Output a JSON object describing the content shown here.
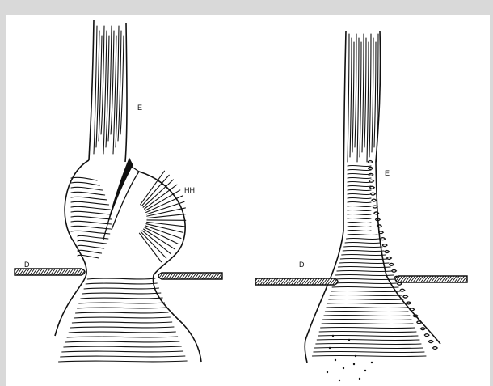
{
  "figure": {
    "left_panel": {
      "labels": {
        "esophagus": "E",
        "hernia": "HH",
        "diaphragm": "D"
      }
    },
    "right_panel": {
      "labels": {
        "esophagus": "E",
        "diaphragm": "D"
      }
    }
  },
  "colors": {
    "frame": "#d9d9d9",
    "background": "#ffffff",
    "ink": "#111111"
  }
}
